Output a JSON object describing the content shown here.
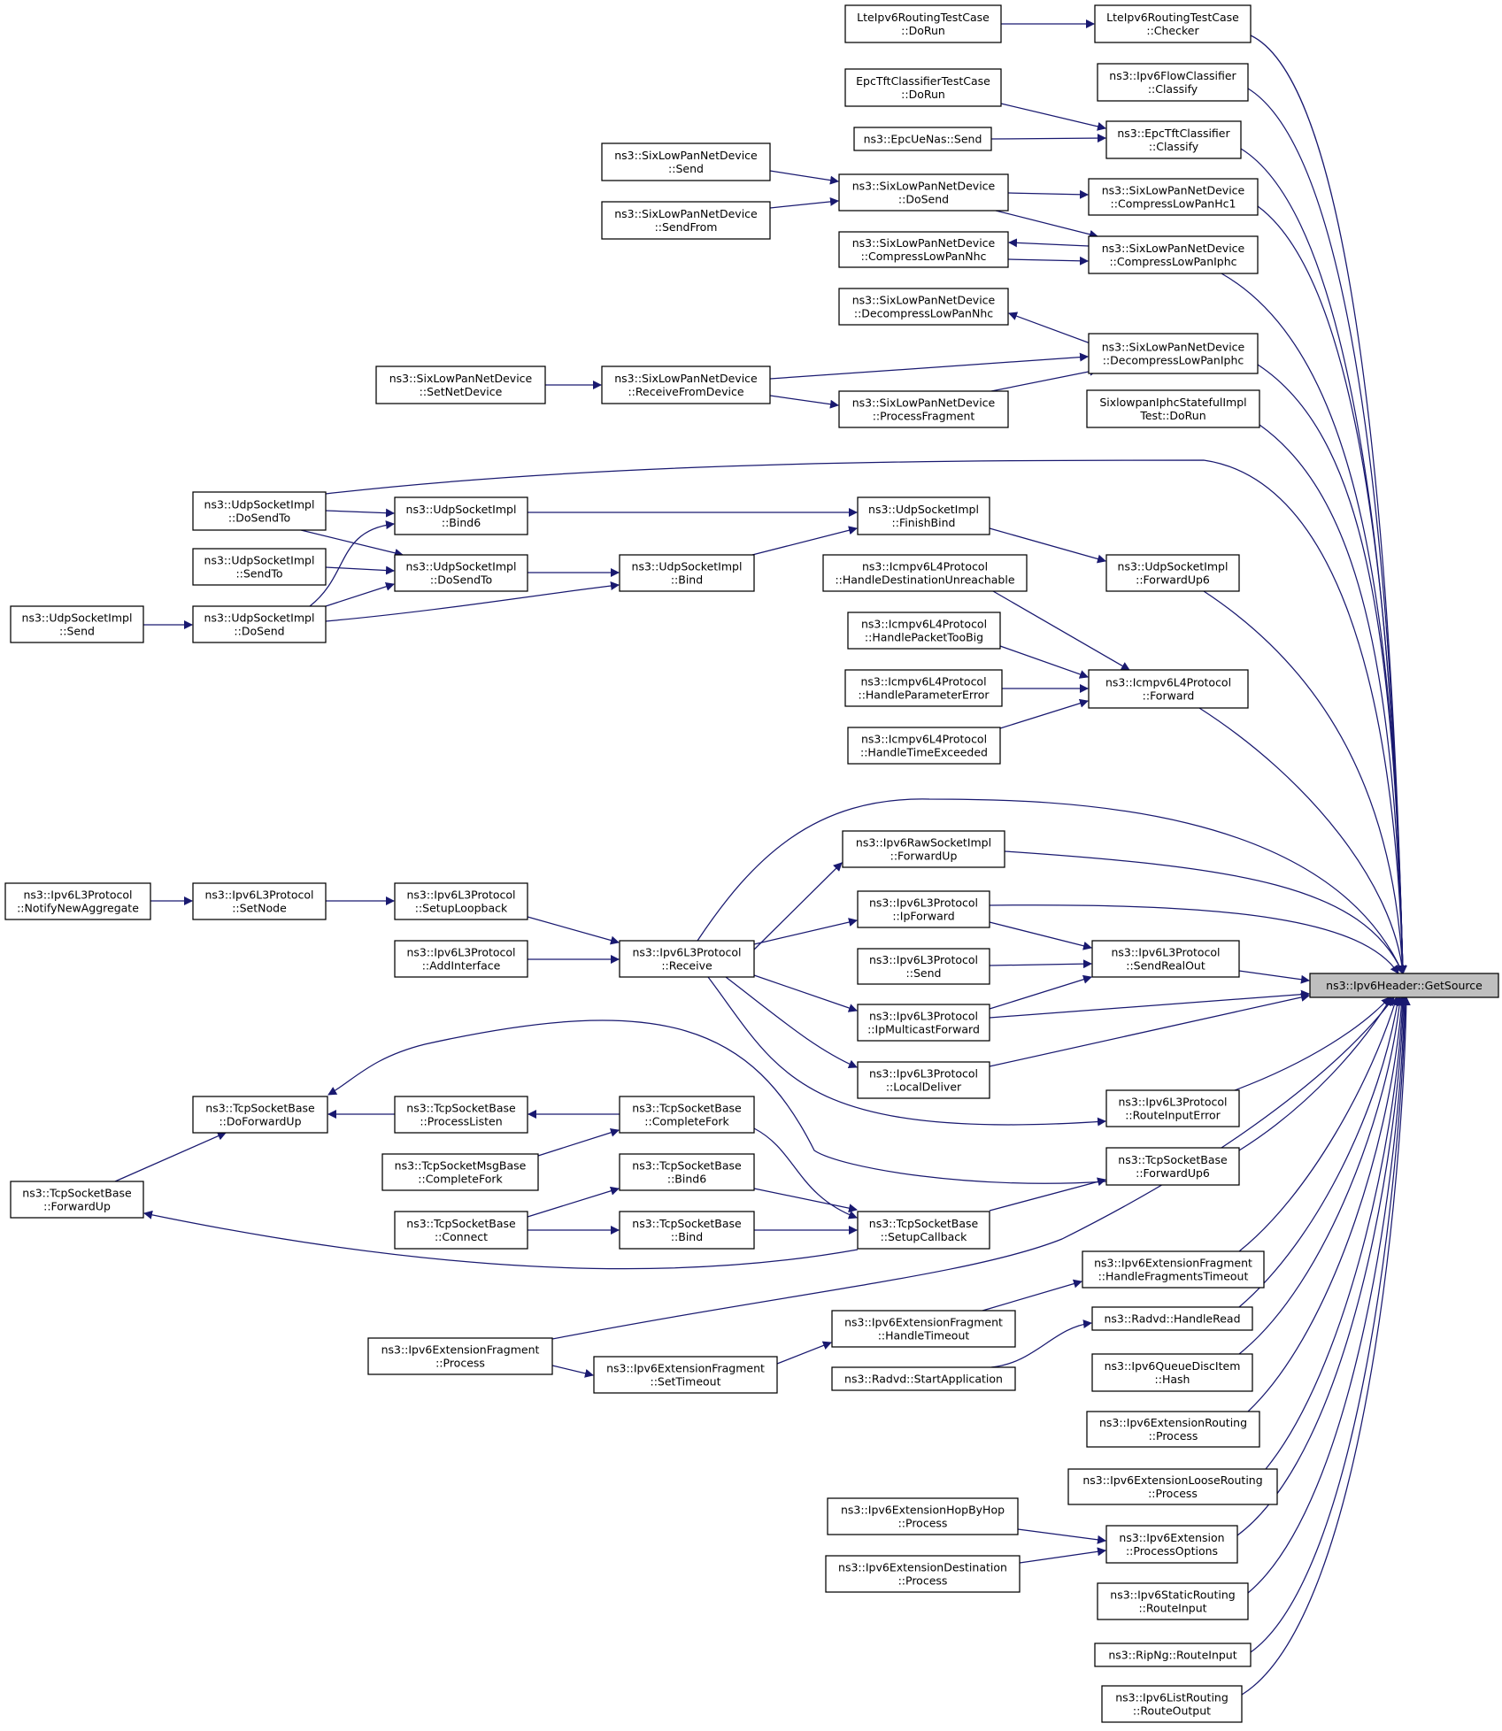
{
  "diagram": {
    "kind": "call-graph",
    "target": "ns3::Ipv6Header::GetSource",
    "edge_color": "#191970",
    "target_fill": "#bfbfbf",
    "nodes": [
      {
        "id": "target",
        "lines": [
          "ns3::Ipv6Header::GetSource"
        ]
      },
      {
        "id": "lte_checker",
        "lines": [
          "LteIpv6RoutingTestCase",
          "::Checker"
        ]
      },
      {
        "id": "lte_dorun",
        "lines": [
          "LteIpv6RoutingTestCase",
          "::DoRun"
        ]
      },
      {
        "id": "flow_classify",
        "lines": [
          "ns3::Ipv6FlowClassifier",
          "::Classify"
        ]
      },
      {
        "id": "epc_classify",
        "lines": [
          "ns3::EpcTftClassifier",
          "::Classify"
        ]
      },
      {
        "id": "epc_dorun",
        "lines": [
          "EpcTftClassifierTestCase",
          "::DoRun"
        ]
      },
      {
        "id": "epcue_send",
        "lines": [
          "ns3::EpcUeNas::Send"
        ]
      },
      {
        "id": "slp_hc1",
        "lines": [
          "ns3::SixLowPanNetDevice",
          "::CompressLowPanHc1"
        ]
      },
      {
        "id": "slp_dosend",
        "lines": [
          "ns3::SixLowPanNetDevice",
          "::DoSend"
        ]
      },
      {
        "id": "slp_send",
        "lines": [
          "ns3::SixLowPanNetDevice",
          "::Send"
        ]
      },
      {
        "id": "slp_sendfrom",
        "lines": [
          "ns3::SixLowPanNetDevice",
          "::SendFrom"
        ]
      },
      {
        "id": "slp_iphc",
        "lines": [
          "ns3::SixLowPanNetDevice",
          "::CompressLowPanIphc"
        ]
      },
      {
        "id": "slp_nhc",
        "lines": [
          "ns3::SixLowPanNetDevice",
          "::CompressLowPanNhc"
        ]
      },
      {
        "id": "slp_dnhc",
        "lines": [
          "ns3::SixLowPanNetDevice",
          "::DecompressLowPanNhc"
        ]
      },
      {
        "id": "slp_diphc",
        "lines": [
          "ns3::SixLowPanNetDevice",
          "::DecompressLowPanIphc"
        ]
      },
      {
        "id": "slp_recv",
        "lines": [
          "ns3::SixLowPanNetDevice",
          "::ReceiveFromDevice"
        ]
      },
      {
        "id": "slp_setnet",
        "lines": [
          "ns3::SixLowPanNetDevice",
          "::SetNetDevice"
        ]
      },
      {
        "id": "slp_frag",
        "lines": [
          "ns3::SixLowPanNetDevice",
          "::ProcessFragment"
        ]
      },
      {
        "id": "sixlowpan_test",
        "lines": [
          "SixlowpanIphcStatefulImpl",
          "Test::DoRun"
        ]
      },
      {
        "id": "udp_dosendto",
        "lines": [
          "ns3::UdpSocketImpl",
          "::DoSendTo"
        ]
      },
      {
        "id": "udp_bind6",
        "lines": [
          "ns3::UdpSocketImpl",
          "::Bind6"
        ]
      },
      {
        "id": "udp_finishbind",
        "lines": [
          "ns3::UdpSocketImpl",
          "::FinishBind"
        ]
      },
      {
        "id": "udp_sendto",
        "lines": [
          "ns3::UdpSocketImpl",
          "::SendTo"
        ]
      },
      {
        "id": "udp_dosendto2",
        "lines": [
          "ns3::UdpSocketImpl",
          "::DoSendTo"
        ]
      },
      {
        "id": "udp_bind",
        "lines": [
          "ns3::UdpSocketImpl",
          "::Bind"
        ]
      },
      {
        "id": "udp_send",
        "lines": [
          "ns3::UdpSocketImpl",
          "::Send"
        ]
      },
      {
        "id": "udp_dosend",
        "lines": [
          "ns3::UdpSocketImpl",
          "::DoSend"
        ]
      },
      {
        "id": "udp_fwdup6",
        "lines": [
          "ns3::UdpSocketImpl",
          "::ForwardUp6"
        ]
      },
      {
        "id": "icmp_hdu",
        "lines": [
          "ns3::Icmpv6L4Protocol",
          "::HandleDestinationUnreachable"
        ]
      },
      {
        "id": "icmp_hptb",
        "lines": [
          "ns3::Icmpv6L4Protocol",
          "::HandlePacketTooBig"
        ]
      },
      {
        "id": "icmp_hpe",
        "lines": [
          "ns3::Icmpv6L4Protocol",
          "::HandleParameterError"
        ]
      },
      {
        "id": "icmp_hte",
        "lines": [
          "ns3::Icmpv6L4Protocol",
          "::HandleTimeExceeded"
        ]
      },
      {
        "id": "icmp_fwd",
        "lines": [
          "ns3::Icmpv6L4Protocol",
          "::Forward"
        ]
      },
      {
        "id": "raw_fwdup",
        "lines": [
          "ns3::Ipv6RawSocketImpl",
          "::ForwardUp"
        ]
      },
      {
        "id": "l3_notify",
        "lines": [
          "ns3::Ipv6L3Protocol",
          "::NotifyNewAggregate"
        ]
      },
      {
        "id": "l3_setnode",
        "lines": [
          "ns3::Ipv6L3Protocol",
          "::SetNode"
        ]
      },
      {
        "id": "l3_loopback",
        "lines": [
          "ns3::Ipv6L3Protocol",
          "::SetupLoopback"
        ]
      },
      {
        "id": "l3_addif",
        "lines": [
          "ns3::Ipv6L3Protocol",
          "::AddInterface"
        ]
      },
      {
        "id": "l3_receive",
        "lines": [
          "ns3::Ipv6L3Protocol",
          "::Receive"
        ]
      },
      {
        "id": "l3_ipfwd",
        "lines": [
          "ns3::Ipv6L3Protocol",
          "::IpForward"
        ]
      },
      {
        "id": "l3_send",
        "lines": [
          "ns3::Ipv6L3Protocol",
          "::Send"
        ]
      },
      {
        "id": "l3_sendreal",
        "lines": [
          "ns3::Ipv6L3Protocol",
          "::SendRealOut"
        ]
      },
      {
        "id": "l3_mcast",
        "lines": [
          "ns3::Ipv6L3Protocol",
          "::IpMulticastForward"
        ]
      },
      {
        "id": "l3_local",
        "lines": [
          "ns3::Ipv6L3Protocol",
          "::LocalDeliver"
        ]
      },
      {
        "id": "l3_rie",
        "lines": [
          "ns3::Ipv6L3Protocol",
          "::RouteInputError"
        ]
      },
      {
        "id": "tcp_dofwdup",
        "lines": [
          "ns3::TcpSocketBase",
          "::DoForwardUp"
        ]
      },
      {
        "id": "tcp_plisten",
        "lines": [
          "ns3::TcpSocketBase",
          "::ProcessListen"
        ]
      },
      {
        "id": "tcp_cfork",
        "lines": [
          "ns3::TcpSocketBase",
          "::CompleteFork"
        ]
      },
      {
        "id": "tcpmsg_cfork",
        "lines": [
          "ns3::TcpSocketMsgBase",
          "::CompleteFork"
        ]
      },
      {
        "id": "tcp_fwdup",
        "lines": [
          "ns3::TcpSocketBase",
          "::ForwardUp"
        ]
      },
      {
        "id": "tcp_bind6",
        "lines": [
          "ns3::TcpSocketBase",
          "::Bind6"
        ]
      },
      {
        "id": "tcp_connect",
        "lines": [
          "ns3::TcpSocketBase",
          "::Connect"
        ]
      },
      {
        "id": "tcp_bind",
        "lines": [
          "ns3::TcpSocketBase",
          "::Bind"
        ]
      },
      {
        "id": "tcp_setupcb",
        "lines": [
          "ns3::TcpSocketBase",
          "::SetupCallback"
        ]
      },
      {
        "id": "tcp_fwdup6",
        "lines": [
          "ns3::TcpSocketBase",
          "::ForwardUp6"
        ]
      },
      {
        "id": "frag_hft",
        "lines": [
          "ns3::Ipv6ExtensionFragment",
          "::HandleFragmentsTimeout"
        ]
      },
      {
        "id": "frag_ht",
        "lines": [
          "ns3::Ipv6ExtensionFragment",
          "::HandleTimeout"
        ]
      },
      {
        "id": "frag_process",
        "lines": [
          "ns3::Ipv6ExtensionFragment",
          "::Process"
        ]
      },
      {
        "id": "frag_settimeout",
        "lines": [
          "ns3::Ipv6ExtensionFragment",
          "::SetTimeout"
        ]
      },
      {
        "id": "radvd_hr",
        "lines": [
          "ns3::Radvd::HandleRead"
        ]
      },
      {
        "id": "radvd_start",
        "lines": [
          "ns3::Radvd::StartApplication"
        ]
      },
      {
        "id": "queue_hash",
        "lines": [
          "ns3::Ipv6QueueDiscItem",
          "::Hash"
        ]
      },
      {
        "id": "ext_routing",
        "lines": [
          "ns3::Ipv6ExtensionRouting",
          "::Process"
        ]
      },
      {
        "id": "ext_loose",
        "lines": [
          "ns3::Ipv6ExtensionLooseRouting",
          "::Process"
        ]
      },
      {
        "id": "ext_hbh",
        "lines": [
          "ns3::Ipv6ExtensionHopByHop",
          "::Process"
        ]
      },
      {
        "id": "ext_procopts",
        "lines": [
          "ns3::Ipv6Extension",
          "::ProcessOptions"
        ]
      },
      {
        "id": "ext_dest",
        "lines": [
          "ns3::Ipv6ExtensionDestination",
          "::Process"
        ]
      },
      {
        "id": "static_ri",
        "lines": [
          "ns3::Ipv6StaticRouting",
          "::RouteInput"
        ]
      },
      {
        "id": "ripng_ri",
        "lines": [
          "ns3::RipNg::RouteInput"
        ]
      },
      {
        "id": "list_ro",
        "lines": [
          "ns3::Ipv6ListRouting",
          "::RouteOutput"
        ]
      }
    ]
  }
}
